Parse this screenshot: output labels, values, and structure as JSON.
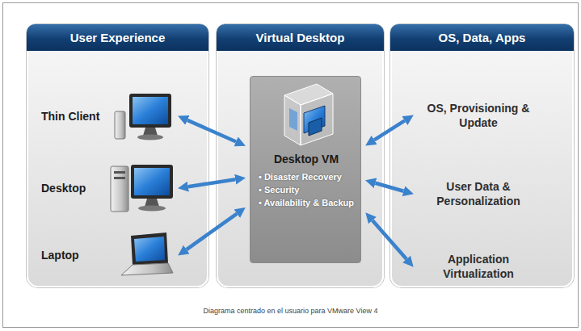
{
  "diagram": {
    "caption": "Diagrama centrado en el usuario para VMware View 4",
    "nodes": [
      {
        "text": [
          "User Experience"
        ]
      },
      {
        "text": [
          "Thin Client"
        ],
        "in": 0
      },
      {
        "text": [
          "Desktop"
        ],
        "in": 0
      },
      {
        "text": [
          "Laptop"
        ],
        "in": 0
      },
      {
        "text": [
          "Virtual Desktop"
        ]
      },
      {
        "text": [
          "Desktop VM",
          "• Disaster Recovery",
          "• Security",
          "• Availability & Backup"
        ],
        "in": 4
      },
      {
        "text": [
          "OS, Data, Apps"
        ]
      },
      {
        "text": [
          "OS, Provisioning & Update"
        ],
        "in": 6
      },
      {
        "text": [
          "User Data & Personalization"
        ],
        "in": 6
      },
      {
        "text": [
          "Application Virtualization"
        ],
        "in": 6
      }
    ],
    "edges": [
      {
        "from": 1,
        "to": 5,
        "arrow": "both"
      },
      {
        "from": 2,
        "to": 5,
        "arrow": "both"
      },
      {
        "from": 3,
        "to": 5,
        "arrow": "both"
      },
      {
        "from": 5,
        "to": 7,
        "arrow": "both"
      },
      {
        "from": 5,
        "to": 8,
        "arrow": "both"
      },
      {
        "from": 5,
        "to": 9,
        "arrow": "both"
      }
    ]
  }
}
